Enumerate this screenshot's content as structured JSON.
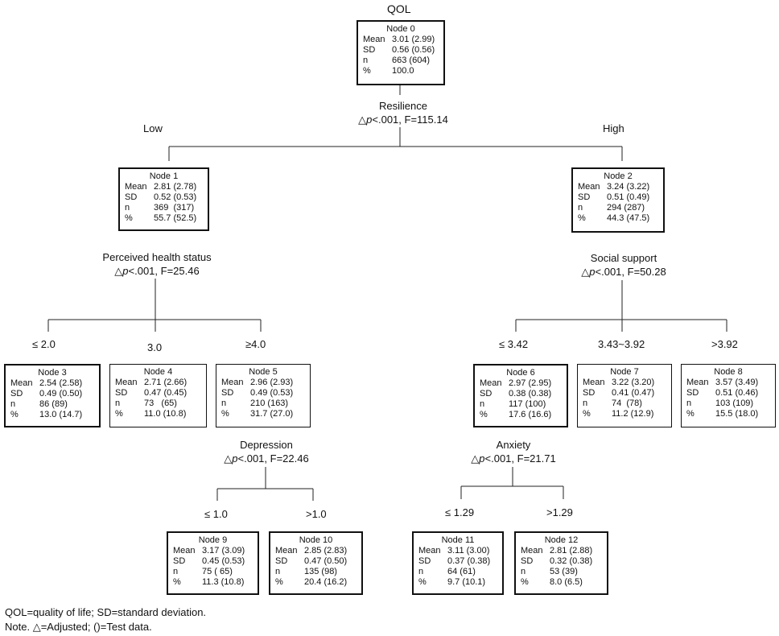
{
  "title": "QOL",
  "row_labels": {
    "mean": "Mean",
    "sd": "SD",
    "n": "n",
    "pct": "%"
  },
  "triangle": "△",
  "nodes": {
    "n0": {
      "title": "Node 0",
      "mean": "3.01 (2.99)",
      "sd": "0.56 (0.56)",
      "n": "663 (604)",
      "pct": "100.0"
    },
    "n1": {
      "title": "Node 1",
      "mean": "2.81 (2.78)",
      "sd": "0.52 (0.53)",
      "n": "369  (317)",
      "pct": "55.7 (52.5)"
    },
    "n2": {
      "title": "Node 2",
      "mean": "3.24 (3.22)",
      "sd": "0.51 (0.49)",
      "n": "294 (287)",
      "pct": "44.3 (47.5)"
    },
    "n3": {
      "title": "Node 3",
      "mean": "2.54 (2.58)",
      "sd": "0.49 (0.50)",
      "n": "86 (89)",
      "pct": "13.0 (14.7)"
    },
    "n4": {
      "title": "Node 4",
      "mean": "2.71 (2.66)",
      "sd": "0.47 (0.45)",
      "n": "73   (65)",
      "pct": "11.0 (10.8)"
    },
    "n5": {
      "title": "Node 5",
      "mean": "2.96 (2.93)",
      "sd": "0.49 (0.53)",
      "n": "210 (163)",
      "pct": "31.7 (27.0)"
    },
    "n6": {
      "title": "Node 6",
      "mean": "2.97 (2.95)",
      "sd": "0.38 (0.38)",
      "n": "117 (100)",
      "pct": "17.6 (16.6)"
    },
    "n7": {
      "title": "Node 7",
      "mean": "3.22 (3.20)",
      "sd": "0.41 (0.47)",
      "n": "74  (78)",
      "pct": "11.2 (12.9)"
    },
    "n8": {
      "title": "Node 8",
      "mean": "3.57 (3.49)",
      "sd": "0.51 (0.46)",
      "n": "103 (109)",
      "pct": "15.5 (18.0)"
    },
    "n9": {
      "title": "Node 9",
      "mean": "3.17 (3.09)",
      "sd": "0.45 (0.53)",
      "n": "75 ( 65)",
      "pct": "11.3 (10.8)"
    },
    "n10": {
      "title": "Node 10",
      "mean": "2.85 (2.83)",
      "sd": "0.47 (0.50)",
      "n": "135 (98)",
      "pct": "20.4 (16.2)"
    },
    "n11": {
      "title": "Node 11",
      "mean": "3.11 (3.00)",
      "sd": "0.37 (0.38)",
      "n": "64 (61)",
      "pct": "9.7 (10.1)"
    },
    "n12": {
      "title": "Node 12",
      "mean": "2.81 (2.88)",
      "sd": "0.32 (0.38)",
      "n": "53 (39)",
      "pct": "8.0 (6.5)"
    }
  },
  "splits": {
    "resilience": {
      "variable": "Resilience",
      "p": "p",
      "stat": "<.001, F=115.14"
    },
    "health": {
      "variable": "Perceived health status",
      "p": "p",
      "stat": "<.001, F=25.46"
    },
    "social": {
      "variable": "Social support",
      "p": "p",
      "stat": "<.001, F=50.28"
    },
    "depression": {
      "variable": "Depression",
      "p": "p",
      "stat": "<.001, F=22.46"
    },
    "anxiety": {
      "variable": "Anxiety",
      "p": "p",
      "stat": "<.001, F=21.71"
    }
  },
  "branches": {
    "low": "Low",
    "high": "High",
    "health_a": "≤ 2.0",
    "health_b": "3.0",
    "health_c": "≥4.0",
    "social_a": "≤ 3.42",
    "social_b": "3.43~3.92",
    "social_c": ">3.92",
    "dep_a": "≤ 1.0",
    "dep_b": ">1.0",
    "anx_a": "≤ 1.29",
    "anx_b": ">1.29"
  },
  "footnotes": {
    "line1": "QOL=quality of life; SD=standard deviation.",
    "line2_prefix": "Note. ",
    "line2_rest": "=Adjusted; ()=Test data."
  }
}
